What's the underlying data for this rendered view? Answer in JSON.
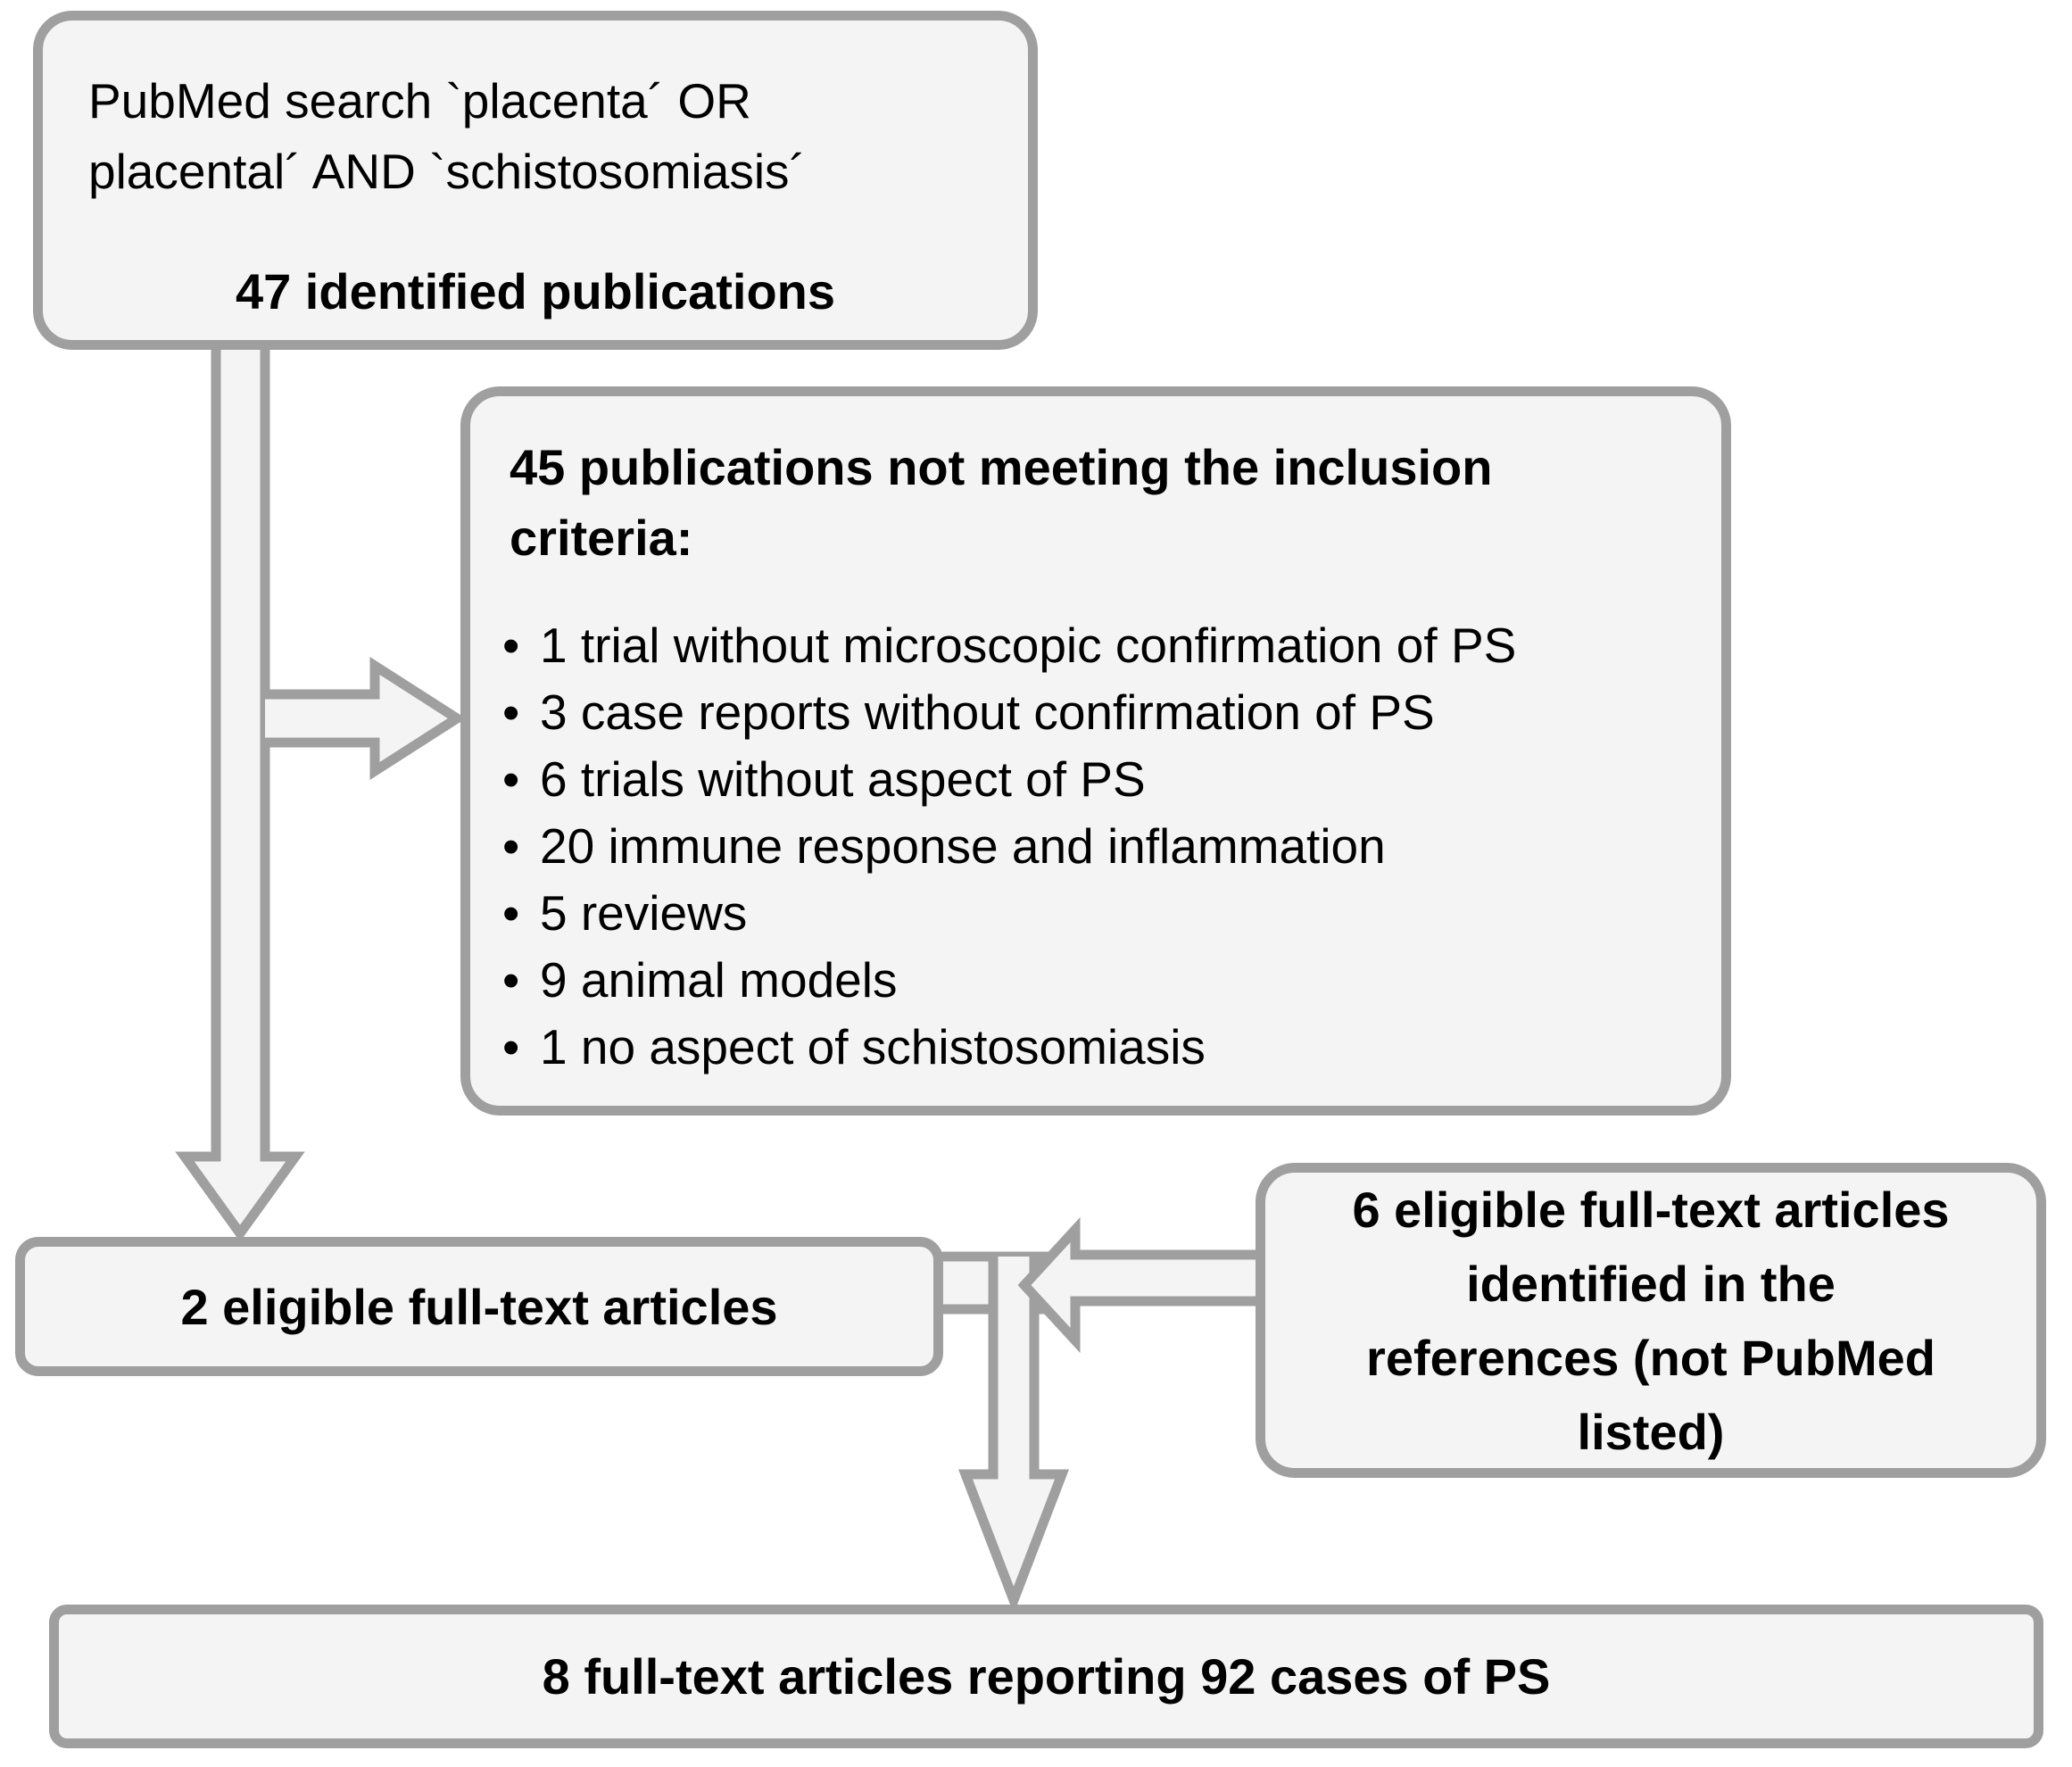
{
  "diagram": {
    "type": "flowchart",
    "bullet": "•",
    "colors": {
      "background": "#ffffff",
      "box_fill": "#f4f4f4",
      "box_border": "#9f9f9f",
      "text": "#000000"
    },
    "boxes": {
      "search": {
        "line1": "PubMed search `placenta´ OR",
        "line2": "placental´ AND `schistosomiasis´",
        "result": "47 identified publications"
      },
      "excluded": {
        "heading_line1": "45 publications not meeting the inclusion",
        "heading_line2": "criteria:",
        "items": [
          "1 trial without microscopic confirmation of PS",
          "3 case reports without confirmation of PS",
          "6 trials without aspect of PS",
          "20 immune response and inflammation",
          "5 reviews",
          "9 animal models",
          "1 no aspect of schistosomiasis"
        ]
      },
      "eligible_pubmed": {
        "label": "2 eligible full-text articles"
      },
      "eligible_references": {
        "line1": "6 eligible full-text articles",
        "line2": "identified in the",
        "line3": "references (not PubMed",
        "line4": "listed)"
      },
      "total": {
        "label": "8 full-text articles reporting 92 cases of PS"
      }
    }
  }
}
